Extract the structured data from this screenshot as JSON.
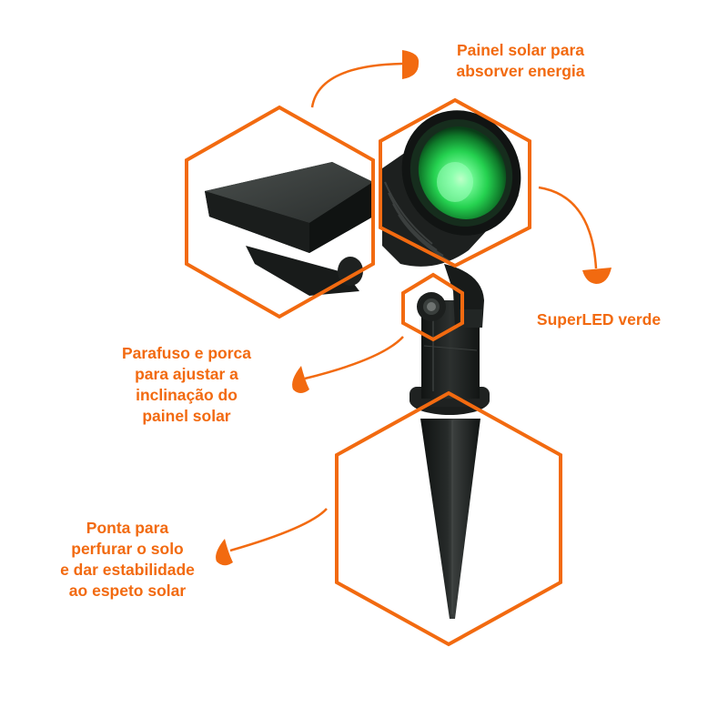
{
  "colors": {
    "accent": "#f26a10",
    "hex_stroke": "#f26a10",
    "led_green": "#2ee05a",
    "product_body": "#1e2120",
    "background": "#ffffff"
  },
  "product": "solar garden spike light with green SuperLED",
  "callouts": {
    "solar_panel": {
      "lines": [
        "Painel solar para",
        "absorver energia"
      ]
    },
    "led": {
      "lines": [
        "SuperLED verde"
      ]
    },
    "screw": {
      "lines": [
        "Parafuso e porca",
        "para ajustar a",
        "inclinação do",
        "painel solar"
      ]
    },
    "spike": {
      "lines": [
        "Ponta para",
        "perfurar o solo",
        "e dar estabilidade",
        "ao espeto solar"
      ]
    }
  }
}
